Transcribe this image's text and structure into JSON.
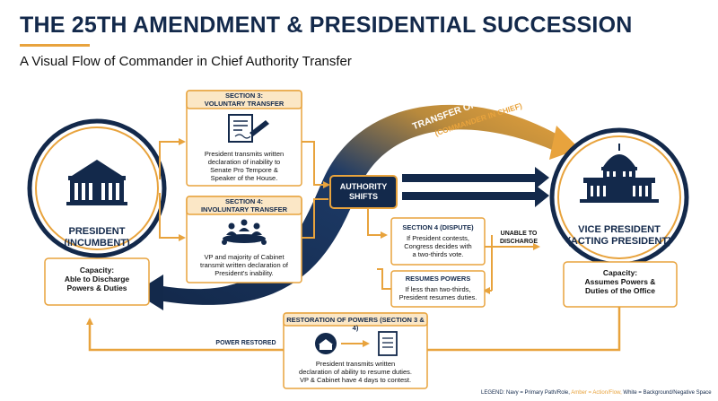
{
  "title": "THE 25TH AMENDMENT & PRESIDENTIAL SUCCESSION",
  "subtitle": "A Visual Flow of Commander in Chief Authority Transfer",
  "president": {
    "title_line1": "PRESIDENT",
    "title_line2": "(INCUMBENT)",
    "capacity_line1": "Capacity:",
    "capacity_line2": "Able to Discharge",
    "capacity_line3": "Powers & Duties"
  },
  "vice_president": {
    "title_line1": "VICE PRESIDENT",
    "title_line2": "(ACTING PRESIDENT)",
    "capacity_line1": "Capacity:",
    "capacity_line2": "Assumes Powers &",
    "capacity_line3": "Duties of the Office"
  },
  "section3": {
    "head_line1": "SECTION 3:",
    "head_line2": "VOLUNTARY TRANSFER",
    "text_line1": "President transmits written",
    "text_line2": "declaration of inability to",
    "text_line3": "Senate Pro Tempore &",
    "text_line4": "Speaker of the House."
  },
  "section4": {
    "head_line1": "SECTION 4:",
    "head_line2": "INVOLUNTARY TRANSFER",
    "text_line1": "VP and majority of Cabinet",
    "text_line2": "transmit written declaration of",
    "text_line3": "President's inability."
  },
  "authority_shifts": {
    "line1": "AUTHORITY",
    "line2": "SHIFTS"
  },
  "transfer_arc": {
    "line1": "TRANSFER OF AUTHORITY",
    "line2": "(COMMANDER IN CHIEF)"
  },
  "dispute": {
    "head": "SECTION 4 (DISPUTE)",
    "text_line1": "If President contests,",
    "text_line2": "Congress decides with",
    "text_line3": "a two-thirds vote."
  },
  "unable": {
    "line1": "UNABLE TO",
    "line2": "DISCHARGE"
  },
  "resumes": {
    "head": "RESUMES POWERS",
    "text_line1": "If less than two-thirds,",
    "text_line2": "President resumes duties."
  },
  "restoration": {
    "head": "RESTORATION OF POWERS (SECTION 3 & 4)",
    "text_line1": "President transmits written",
    "text_line2": "declaration of ability to resume duties.",
    "text_line3": "VP & Cabinet have 4 days to contest."
  },
  "power_restored": "POWER RESTORED",
  "legend": {
    "prefix": "LEGEND: ",
    "navy": "Navy = Primary Path/Role, ",
    "amber": "Amber = Action/Flow, ",
    "white": "White = Background/Negative Space"
  },
  "colors": {
    "navy": "#13294b",
    "amber": "#e8a33d",
    "white": "#ffffff"
  }
}
